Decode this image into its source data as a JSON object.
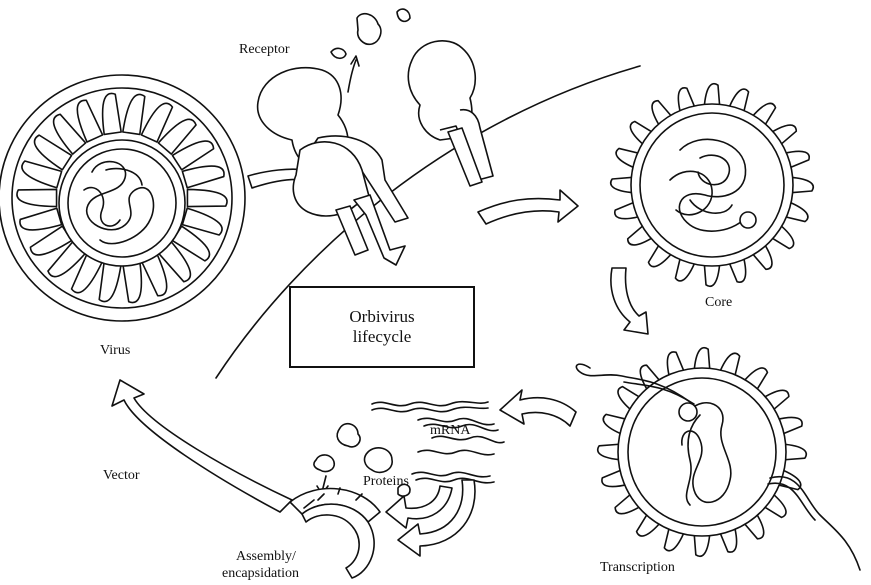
{
  "title": {
    "line1": "Orbivirus",
    "line2": "lifecycle"
  },
  "labels": {
    "receptor": "Receptor",
    "virus": "Virus",
    "core": "Core",
    "transcription": "Transcription",
    "mrna": "mRNA",
    "proteins": "Proteins",
    "vector": "Vector",
    "assembly_line1": "Assembly/",
    "assembly_line2": "encapsidation"
  },
  "icons": [
    "virus-particle-icon",
    "receptor-protein-icon",
    "core-particle-icon",
    "transcribing-core-icon",
    "mrna-strand-icon",
    "protein-fragment-icon",
    "capsid-shell-icon",
    "cycle-arrow-icon"
  ],
  "colors": {
    "ink": "#111111",
    "background": "#ffffff"
  }
}
